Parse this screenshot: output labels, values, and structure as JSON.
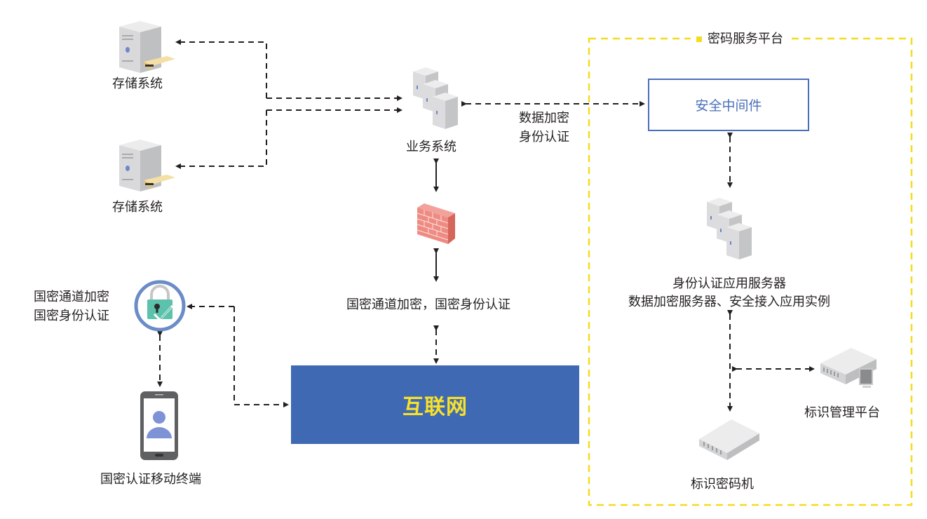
{
  "diagram": {
    "storage_systems": [
      {
        "label": "存储系统"
      },
      {
        "label": "存储系统"
      }
    ],
    "business_system": {
      "label": "业务系统"
    },
    "business_link_label": [
      "数据加密",
      "身份认证"
    ],
    "firewall": {
      "icon": "firewall-icon"
    },
    "channel_label": "国密通道加密，国密身份认证",
    "internet": {
      "label": "互联网",
      "fill_color": "#3f69b2",
      "text_color": "#f7e12a"
    },
    "security_lock": {
      "labels": [
        "国密通道加密",
        "国密身份认证"
      ],
      "ring_color": "#6b8cc7",
      "lock_color": "#5cc2ac"
    },
    "mobile_terminal": {
      "label": "国密认证移动终端",
      "avatar_color": "#7e92d6"
    },
    "crypto_platform": {
      "title": "密码服务平台",
      "border_color": "#f5dc1e",
      "middleware": {
        "label": "安全中间件",
        "color": "#4a6fba"
      },
      "app_servers": {
        "labels": [
          "身份认证应用服务器",
          "数据加密服务器、安全接入应用实例"
        ]
      },
      "id_management": {
        "label": "标识管理平台"
      },
      "id_crypto_machine": {
        "label": "标识密码机"
      }
    }
  }
}
